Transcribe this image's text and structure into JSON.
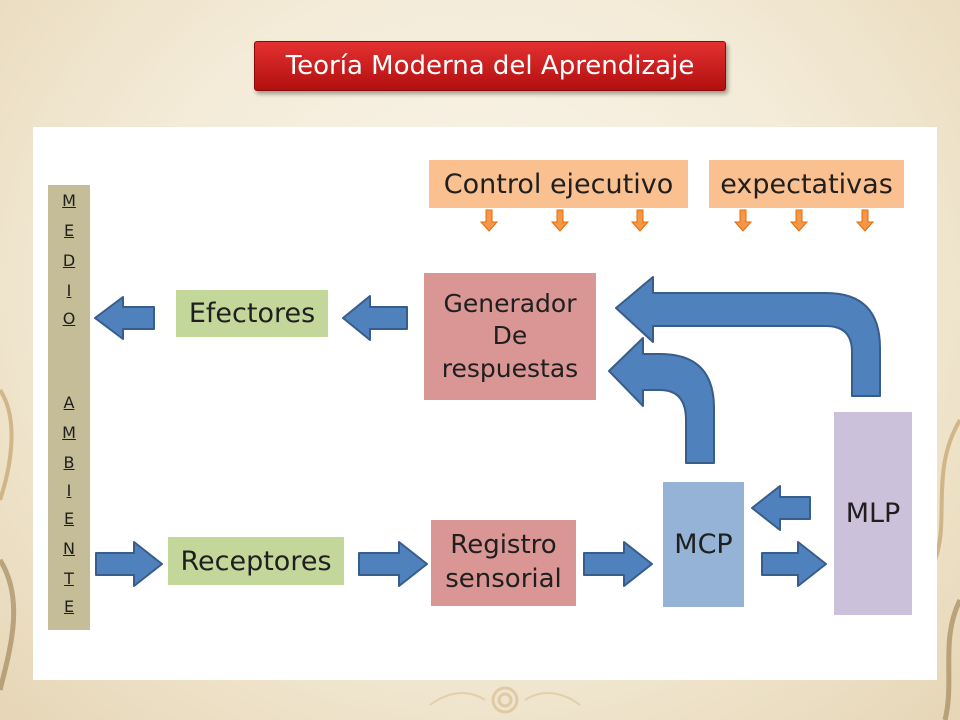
{
  "title": "Teoría Moderna del Aprendizaje",
  "environment": {
    "letters": [
      "M",
      "E",
      "D",
      "I",
      "O",
      "",
      "A",
      "M",
      "B",
      "I",
      "E",
      "N",
      "T",
      "E"
    ]
  },
  "nodes": {
    "control": "Control ejecutivo",
    "expectations": "expectativas",
    "generator": [
      "Generador",
      "De",
      "respuestas"
    ],
    "effectors": "Efectores",
    "receptors": "Receptores",
    "sensory_register": [
      "Registro",
      "sensorial"
    ],
    "mcp": "MCP",
    "mlp": "MLP"
  },
  "colors": {
    "title_bg": "#c81a1a",
    "arrow_fill": "#4f81bd",
    "arrow_stroke": "#385d8a",
    "small_arrow": "#f79646"
  }
}
